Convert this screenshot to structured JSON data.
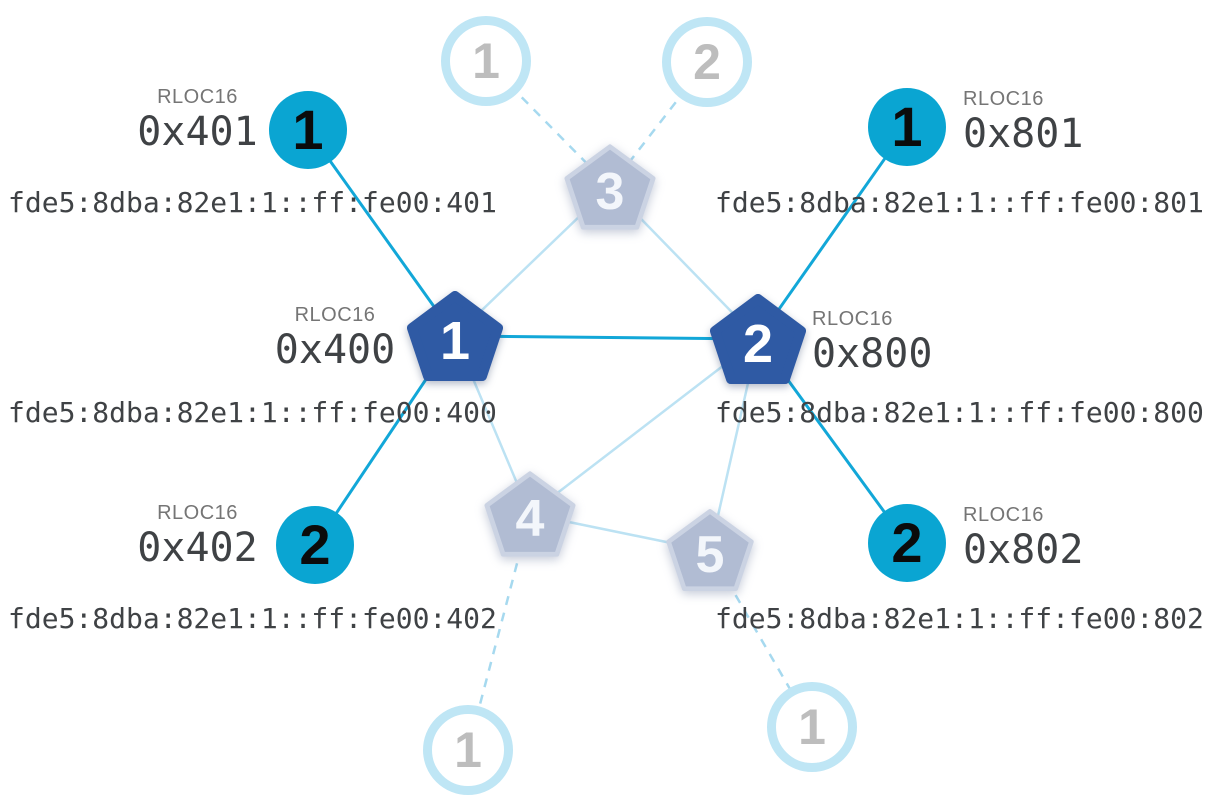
{
  "palette": {
    "child_active_fill": "#0aa5d2",
    "router_active_fill": "#2f5aa4",
    "router_faded_fill": "#b1bcd3",
    "router_faded_stroke": "#cbd3e3",
    "child_faded_ring": "#bfe6f5",
    "faded_number": "#bdbdbd",
    "link_active": "#12a7d8",
    "link_quality_low": "#bce2f3",
    "link_dashed": "#a6d9ef",
    "caption_gray": "#757575",
    "mono_text": "#3f4245"
  },
  "captions": {
    "rloc16": "RLOC16"
  },
  "nodes": [
    {
      "id": "router-1",
      "kind": "router-active",
      "number": "1",
      "rloc16": "0x400",
      "ipv6": "fde5:8dba:82e1:1::ff:fe00:400"
    },
    {
      "id": "router-2",
      "kind": "router-active",
      "number": "2",
      "rloc16": "0x800",
      "ipv6": "fde5:8dba:82e1:1::ff:fe00:800"
    },
    {
      "id": "router-3",
      "kind": "router-faded",
      "number": "3"
    },
    {
      "id": "router-4",
      "kind": "router-faded",
      "number": "4"
    },
    {
      "id": "router-5",
      "kind": "router-faded",
      "number": "5"
    },
    {
      "id": "child-401",
      "kind": "child-active",
      "number": "1",
      "rloc16": "0x401",
      "ipv6": "fde5:8dba:82e1:1::ff:fe00:401"
    },
    {
      "id": "child-402",
      "kind": "child-active",
      "number": "2",
      "rloc16": "0x402",
      "ipv6": "fde5:8dba:82e1:1::ff:fe00:402"
    },
    {
      "id": "child-801",
      "kind": "child-active",
      "number": "1",
      "rloc16": "0x801",
      "ipv6": "fde5:8dba:82e1:1::ff:fe00:801"
    },
    {
      "id": "child-802",
      "kind": "child-active",
      "number": "2",
      "rloc16": "0x802",
      "ipv6": "fde5:8dba:82e1:1::ff:fe00:802"
    },
    {
      "id": "child-faded-top-1",
      "kind": "child-faded",
      "number": "1"
    },
    {
      "id": "child-faded-top-2",
      "kind": "child-faded",
      "number": "2"
    },
    {
      "id": "child-faded-bottom-left",
      "kind": "child-faded",
      "number": "1"
    },
    {
      "id": "child-faded-bottom-right",
      "kind": "child-faded",
      "number": "1"
    }
  ]
}
